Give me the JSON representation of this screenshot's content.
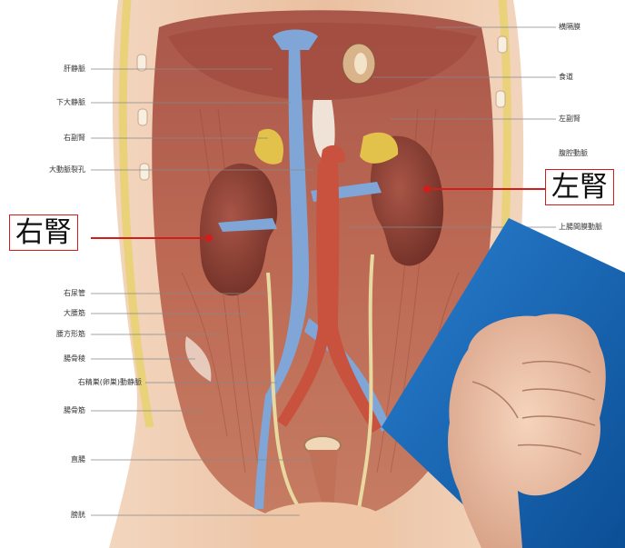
{
  "labels_left": [
    "肝静脈",
    "下大静脈",
    "右副腎",
    "大動脈裂孔",
    "右尿管",
    "大腰筋",
    "腰方形筋",
    "腸骨稜",
    "右精巣(卵巣)動静脈",
    "腸骨筋",
    "直腸",
    "膀胱"
  ],
  "labels_right": [
    "横隔膜",
    "食道",
    "左副腎",
    "腹腔動脈",
    "上腸間膜動脈"
  ],
  "callout_right_kidney": "右腎",
  "callout_left_kidney": "左腎",
  "colors": {
    "muscle": "#b5614d",
    "kidney": "#8e3f33",
    "vein": "#7fa6d6",
    "artery": "#c8523d",
    "adrenal": "#e2c24a",
    "skin": "#f1cfb4",
    "callout_red": "#d21d1d",
    "overlay_blue": "#1466b3"
  }
}
